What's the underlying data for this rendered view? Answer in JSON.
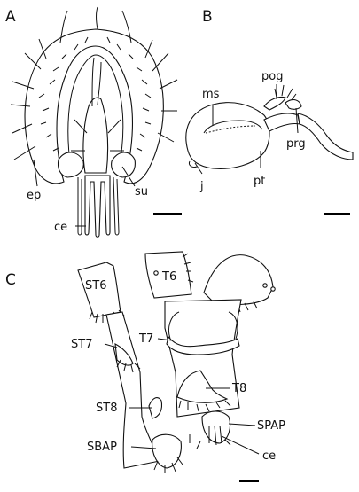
{
  "panels": {
    "a": {
      "letter": "A",
      "labels": {
        "ep": "ep",
        "su": "su",
        "ce": "ce"
      }
    },
    "b": {
      "letter": "B",
      "labels": {
        "ms": "ms",
        "pog": "pog",
        "prg": "prg",
        "pt": "pt",
        "j": "j"
      }
    },
    "c": {
      "letter": "C",
      "labels": {
        "st6": "ST6",
        "t6": "T6",
        "st7": "ST7",
        "t7": "T7",
        "t8": "T8",
        "st8": "ST8",
        "spap": "SPAP",
        "sbap": "SBAP",
        "ce": "ce"
      }
    }
  },
  "colors": {
    "ink": "#111111",
    "background": "#ffffff"
  }
}
